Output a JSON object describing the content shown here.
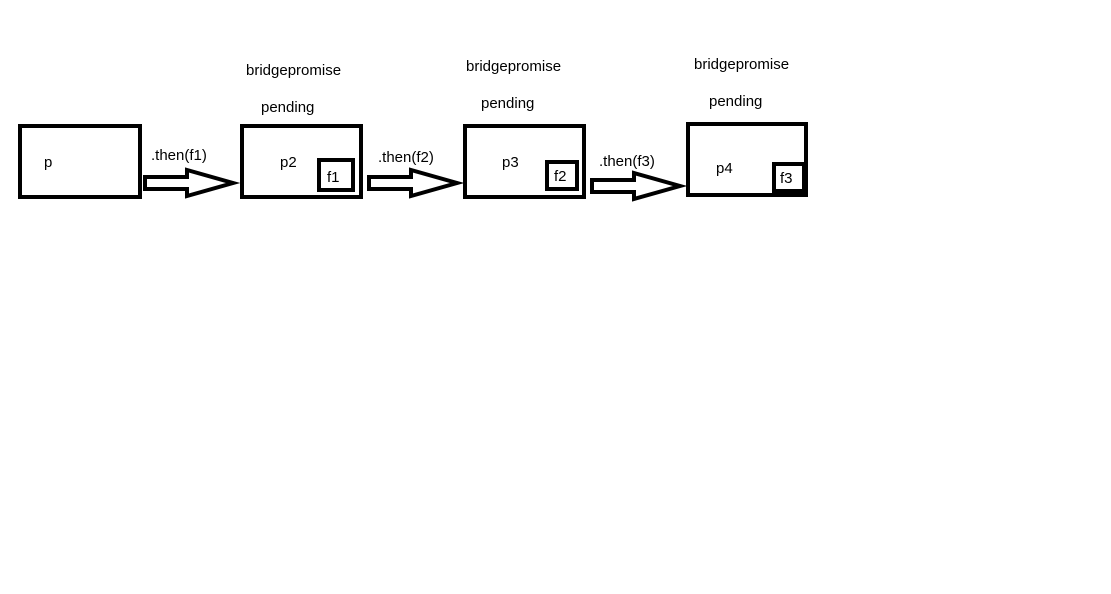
{
  "diagram": {
    "nodes": [
      {
        "id": "p",
        "label": "p",
        "bridge_label": "",
        "status": "",
        "callback": ""
      },
      {
        "id": "p2",
        "label": "p2",
        "bridge_label": "bridgepromise",
        "status": "pending",
        "callback": "f1"
      },
      {
        "id": "p3",
        "label": "p3",
        "bridge_label": "bridgepromise",
        "status": "pending",
        "callback": "f2"
      },
      {
        "id": "p4",
        "label": "p4",
        "bridge_label": "bridgepromise",
        "status": "pending",
        "callback": "f3"
      }
    ],
    "edges": [
      {
        "from": "p",
        "to": "p2",
        "label": ".then(f1)"
      },
      {
        "from": "p2",
        "to": "p3",
        "label": ".then(f2)"
      },
      {
        "from": "p3",
        "to": "p4",
        "label": ".then(f3)"
      }
    ],
    "colors": {
      "stroke": "#000000",
      "background": "#ffffff"
    }
  }
}
